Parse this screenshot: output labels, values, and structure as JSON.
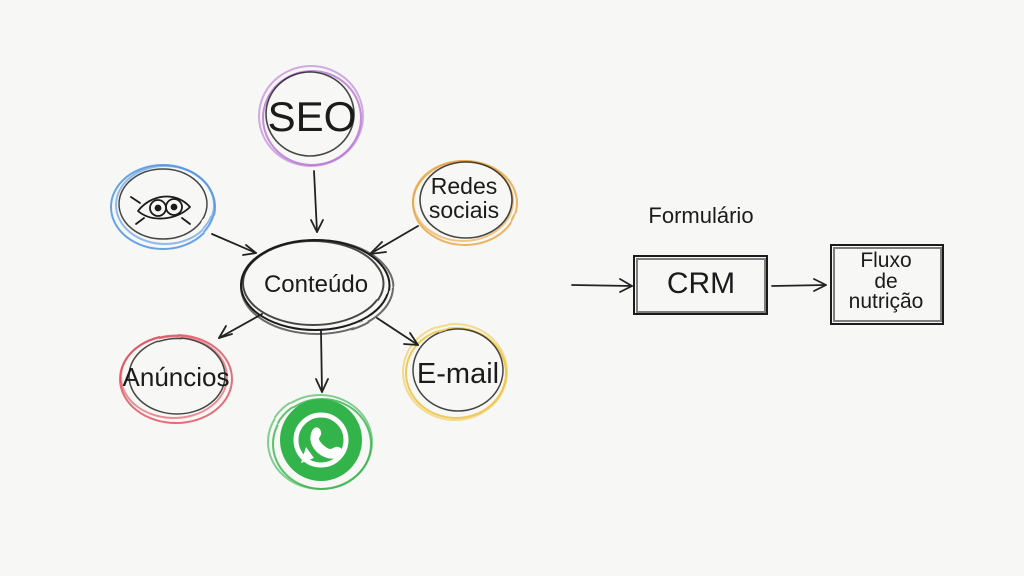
{
  "diagram": {
    "center_node": "Conteúdo",
    "nodes": {
      "seo": "SEO",
      "redes_sociais": "Redes\nsociais",
      "anuncios": "Anúncios",
      "email": "E-mail"
    },
    "icons": {
      "top_left": "eye-sketch-icon",
      "bottom": "whatsapp-icon"
    },
    "flow": {
      "form_label": "Formulário",
      "crm": "CRM",
      "nutrition": "Fluxo\nde\nnutrição"
    },
    "colors": {
      "background": "#f7f7f6",
      "ink": "#1b1b1b",
      "seo": "#b16ad0",
      "redes_sociais": "#e7a43b",
      "email": "#efc23a",
      "anuncios": "#df4b58",
      "top_left_icon": "#4d93e3",
      "whatsapp": "#33b44a"
    }
  }
}
